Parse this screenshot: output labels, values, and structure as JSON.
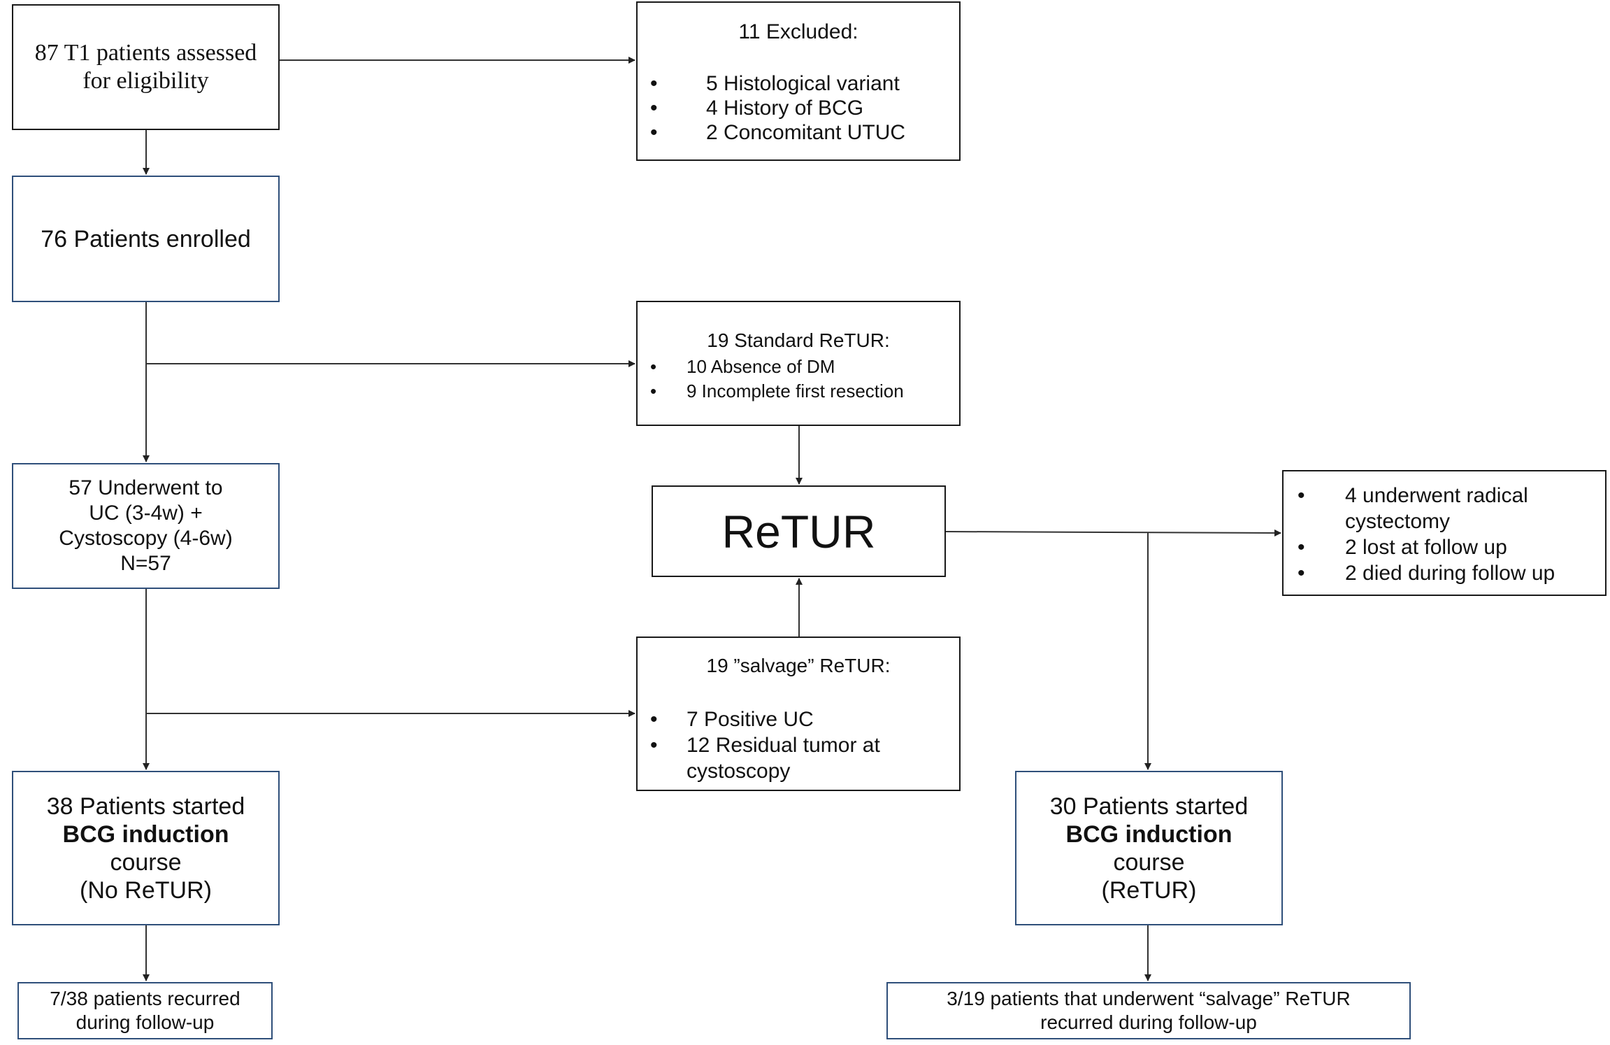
{
  "nodes": {
    "assessed": {
      "lines": [
        "87 T1 patients assessed",
        "for eligibility"
      ]
    },
    "excluded": {
      "title": "11 Excluded:",
      "items": [
        "5 Histological variant",
        "4 History of BCG",
        "2 Concomitant UTUC"
      ]
    },
    "enrolled": {
      "text": "76 Patients enrolled"
    },
    "standard_retur": {
      "title": "19 Standard ReTUR:",
      "items": [
        "10 Absence of DM",
        "9 Incomplete first resection"
      ]
    },
    "underwent": {
      "lines": [
        "57 Underwent to",
        "UC (3-4w) +",
        "Cystoscopy (4-6w)",
        "N=57"
      ]
    },
    "retur": {
      "text": "ReTUR"
    },
    "outcomes": {
      "items": [
        "4 underwent radical cystectomy",
        "2 lost at follow up",
        "2 died during follow up"
      ]
    },
    "salvage_retur": {
      "title": "19 ”salvage” ReTUR:",
      "items": [
        "7 Positive UC",
        "12 Residual tumor at cystoscopy"
      ]
    },
    "bcg_no_retur": {
      "line1": "38 Patients started",
      "bold": "BCG induction",
      "line3": "course",
      "line4": "(No ReTUR)"
    },
    "bcg_retur": {
      "line1": "30 Patients started",
      "bold": "BCG induction",
      "line3": "course",
      "line4": "(ReTUR)"
    },
    "recurred_left": {
      "lines": [
        "7/38 patients recurred",
        "during follow-up"
      ]
    },
    "recurred_right": {
      "lines": [
        "3/19 patients that underwent “salvage” ReTUR",
        "recurred during follow-up"
      ]
    }
  },
  "bullet": "•"
}
